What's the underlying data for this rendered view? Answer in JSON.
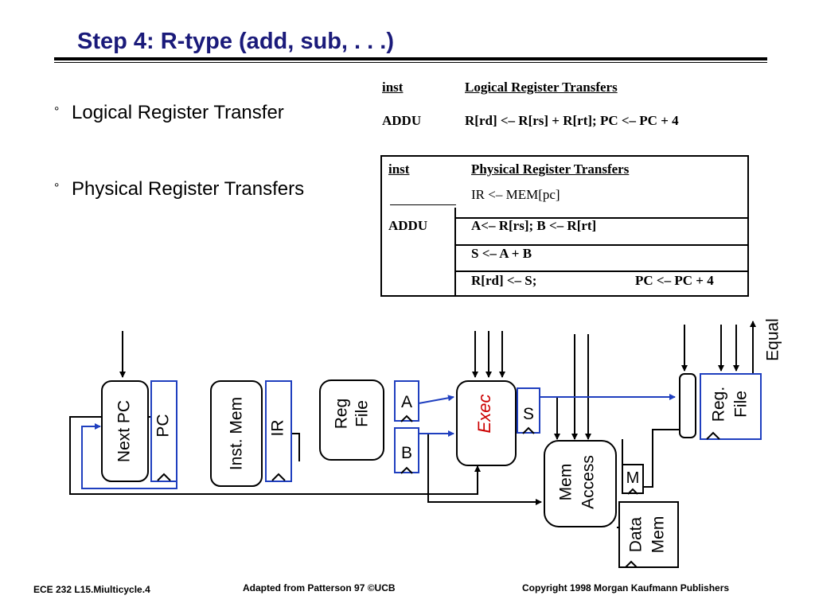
{
  "title": "Step 4: R-type (add, sub, . . .)",
  "bullets": [
    {
      "symbol": "°",
      "text": "Logical Register Transfer"
    },
    {
      "symbol": "°",
      "text": "Physical Register Transfers"
    }
  ],
  "logical_table": {
    "header_inst": "inst",
    "header_transfers": "Logical Register Transfers",
    "inst": "ADDU",
    "transfer": "R[rd] <– R[rs] + R[rt]; PC <– PC + 4"
  },
  "physical_table": {
    "header_inst": "inst",
    "header_transfers": "Physical Register Transfers",
    "row1": "IR <– MEM[pc]",
    "inst": "ADDU",
    "row2": "A<– R[rs]; B <– R[rt]",
    "row3": "S <– A + B",
    "row4a": "R[rd] <– S;",
    "row4b": "PC <– PC + 4"
  },
  "diagram": {
    "next_pc": "Next PC",
    "pc": "PC",
    "inst_mem": "Inst. Mem",
    "ir": "IR",
    "reg_file_1": "Reg",
    "reg_file_2": "File",
    "a": "A",
    "b": "B",
    "exec": "Exec",
    "s": "S",
    "mem_access_1": "Mem",
    "mem_access_2": "Access",
    "m": "M",
    "data_mem_1": "Data",
    "data_mem_2": "Mem",
    "reg_file_right_1": "Reg.",
    "reg_file_right_2": "File",
    "equal": "Equal"
  },
  "colors": {
    "title": "#1a1a7a",
    "register_blue": "#1f3fbf",
    "exec_red": "#cc0000",
    "wire": "#000000"
  },
  "footer": {
    "left": "ECE 232  L15.Miulticycle.4",
    "center": "Adapted from Patterson 97 ©UCB",
    "right": "Copyright 1998 Morgan Kaufmann Publishers"
  }
}
